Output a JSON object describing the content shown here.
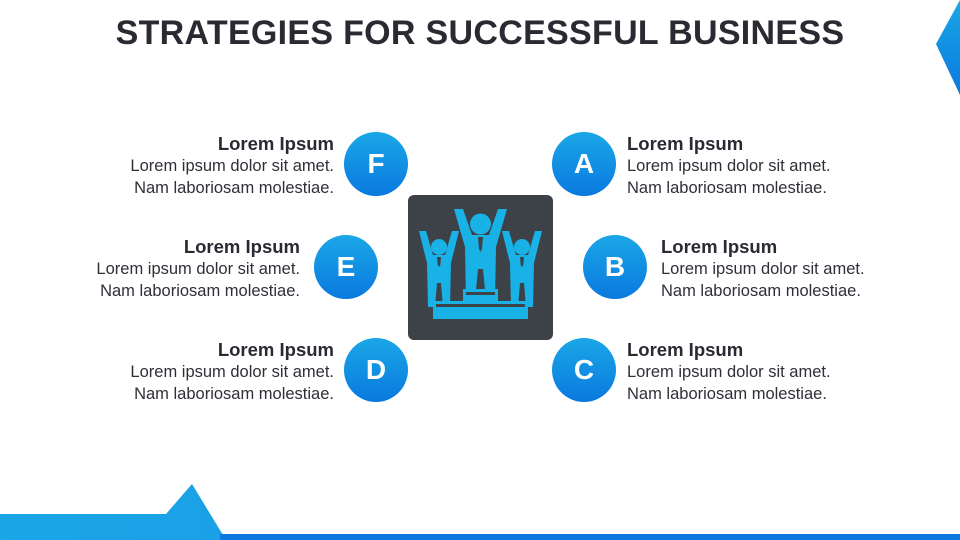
{
  "slide": {
    "title": "STRATEGIES FOR SUCCESSFUL BUSINESS"
  },
  "colors": {
    "accent_light": "#1aa7e6",
    "accent_dark": "#0a79e0",
    "center_box": "#3d4249",
    "icon": "#19b2e6",
    "title_text": "#2a2a33"
  },
  "center_icon": {
    "name": "winners-podium-icon"
  },
  "items": {
    "a": {
      "letter": "A",
      "heading": "Lorem Ipsum",
      "line1": "Lorem ipsum dolor sit amet.",
      "line2": "Nam laboriosam molestiae."
    },
    "b": {
      "letter": "B",
      "heading": "Lorem Ipsum",
      "line1": "Lorem ipsum dolor sit amet.",
      "line2": "Nam laboriosam molestiae."
    },
    "c": {
      "letter": "C",
      "heading": "Lorem Ipsum",
      "line1": "Lorem ipsum dolor sit amet.",
      "line2": "Nam laboriosam molestiae."
    },
    "d": {
      "letter": "D",
      "heading": "Lorem Ipsum",
      "line1": "Lorem ipsum dolor sit amet.",
      "line2": "Nam laboriosam molestiae."
    },
    "e": {
      "letter": "E",
      "heading": "Lorem Ipsum",
      "line1": "Lorem ipsum dolor sit amet.",
      "line2": "Nam laboriosam molestiae."
    },
    "f": {
      "letter": "F",
      "heading": "Lorem Ipsum",
      "line1": "Lorem ipsum dolor sit amet.",
      "line2": "Nam laboriosam molestiae."
    }
  }
}
